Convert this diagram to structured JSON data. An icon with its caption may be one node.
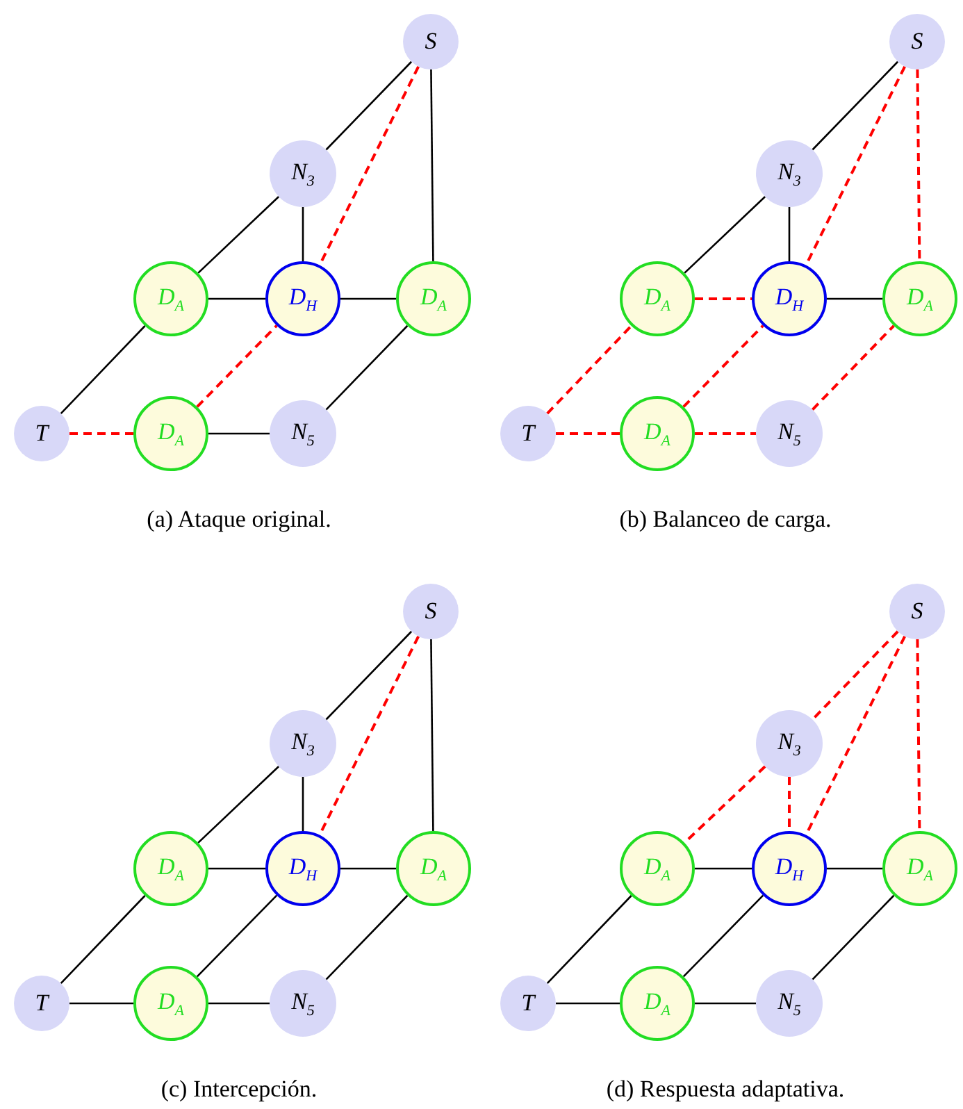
{
  "diagram": {
    "nodes": [
      {
        "text": [
          "S"
        ]
      },
      {
        "text": [
          "N$_{3}$"
        ]
      },
      {
        "text": [
          "D$_{A}$"
        ]
      },
      {
        "text": [
          "D$_{H}$"
        ]
      },
      {
        "text": [
          "D$_{A}$"
        ]
      },
      {
        "text": [
          "T"
        ]
      },
      {
        "text": [
          "D$_{A}$"
        ]
      },
      {
        "text": [
          "N$_{5}$"
        ]
      },
      {
        "text": [
          "S"
        ]
      },
      {
        "text": [
          "N$_{3}$"
        ]
      },
      {
        "text": [
          "D$_{A}$"
        ]
      },
      {
        "text": [
          "D$_{H}$"
        ]
      },
      {
        "text": [
          "D$_{A}$"
        ]
      },
      {
        "text": [
          "T"
        ]
      },
      {
        "text": [
          "D$_{A}$"
        ]
      },
      {
        "text": [
          "N$_{5}$"
        ]
      },
      {
        "text": [
          "S"
        ]
      },
      {
        "text": [
          "N$_{3}$"
        ]
      },
      {
        "text": [
          "D$_{A}$"
        ]
      },
      {
        "text": [
          "D$_{H}$"
        ]
      },
      {
        "text": [
          "D$_{A}$"
        ]
      },
      {
        "text": [
          "T"
        ]
      },
      {
        "text": [
          "D$_{A}$"
        ]
      },
      {
        "text": [
          "N$_{5}$"
        ]
      },
      {
        "text": [
          "S"
        ]
      },
      {
        "text": [
          "N$_{3}$"
        ]
      },
      {
        "text": [
          "D$_{A}$"
        ]
      },
      {
        "text": [
          "D$_{H}$"
        ]
      },
      {
        "text": [
          "D$_{A}$"
        ]
      },
      {
        "text": [
          "T"
        ]
      },
      {
        "text": [
          "D$_{A}$"
        ]
      },
      {
        "text": [
          "N$_{5}$"
        ]
      }
    ],
    "edges": [
      {
        "from": 0,
        "to": 1,
        "arrow": "none"
      },
      {
        "from": 0,
        "to": 4,
        "arrow": "none"
      },
      {
        "from": 0,
        "to": 3,
        "arrow": "none",
        "style": "dashed",
        "color": "#ff0000"
      },
      {
        "from": 1,
        "to": 3,
        "arrow": "none"
      },
      {
        "from": 1,
        "to": 2,
        "arrow": "none"
      },
      {
        "from": 2,
        "to": 3,
        "arrow": "none"
      },
      {
        "from": 3,
        "to": 4,
        "arrow": "none"
      },
      {
        "from": 5,
        "to": 2,
        "arrow": "none"
      },
      {
        "from": 5,
        "to": 6,
        "arrow": "none",
        "style": "dashed",
        "color": "#ff0000"
      },
      {
        "from": 6,
        "to": 3,
        "arrow": "none",
        "style": "dashed",
        "color": "#ff0000"
      },
      {
        "from": 6,
        "to": 7,
        "arrow": "none"
      },
      {
        "from": 7,
        "to": 4,
        "arrow": "none"
      },
      {
        "from": 8,
        "to": 9,
        "arrow": "none"
      },
      {
        "from": 8,
        "to": 11,
        "arrow": "none",
        "style": "dashed",
        "color": "#ff0000"
      },
      {
        "from": 8,
        "to": 12,
        "arrow": "none",
        "style": "dashed",
        "color": "#ff0000"
      },
      {
        "from": 9,
        "to": 11,
        "arrow": "none"
      },
      {
        "from": 9,
        "to": 10,
        "arrow": "none"
      },
      {
        "from": 10,
        "to": 11,
        "arrow": "none",
        "style": "dashed",
        "color": "#ff0000"
      },
      {
        "from": 11,
        "to": 12,
        "arrow": "none"
      },
      {
        "from": 13,
        "to": 10,
        "arrow": "none",
        "style": "dashed",
        "color": "#ff0000"
      },
      {
        "from": 13,
        "to": 14,
        "arrow": "none",
        "style": "dashed",
        "color": "#ff0000"
      },
      {
        "from": 14,
        "to": 11,
        "arrow": "none",
        "style": "dashed",
        "color": "#ff0000"
      },
      {
        "from": 14,
        "to": 15,
        "arrow": "none",
        "style": "dashed",
        "color": "#ff0000"
      },
      {
        "from": 15,
        "to": 12,
        "arrow": "none",
        "style": "dashed",
        "color": "#ff0000"
      },
      {
        "from": 16,
        "to": 17,
        "arrow": "none"
      },
      {
        "from": 16,
        "to": 20,
        "arrow": "none"
      },
      {
        "from": 16,
        "to": 19,
        "arrow": "none",
        "style": "dashed",
        "color": "#ff0000"
      },
      {
        "from": 17,
        "to": 19,
        "arrow": "none"
      },
      {
        "from": 17,
        "to": 18,
        "arrow": "none"
      },
      {
        "from": 18,
        "to": 19,
        "arrow": "none"
      },
      {
        "from": 19,
        "to": 20,
        "arrow": "none"
      },
      {
        "from": 21,
        "to": 18,
        "arrow": "none"
      },
      {
        "from": 21,
        "to": 22,
        "arrow": "none"
      },
      {
        "from": 22,
        "to": 19,
        "arrow": "none"
      },
      {
        "from": 22,
        "to": 23,
        "arrow": "none"
      },
      {
        "from": 23,
        "to": 20,
        "arrow": "none"
      },
      {
        "from": 24,
        "to": 25,
        "arrow": "none",
        "style": "dashed",
        "color": "#ff0000"
      },
      {
        "from": 24,
        "to": 27,
        "arrow": "none",
        "style": "dashed",
        "color": "#ff0000"
      },
      {
        "from": 24,
        "to": 28,
        "arrow": "none",
        "style": "dashed",
        "color": "#ff0000"
      },
      {
        "from": 25,
        "to": 27,
        "arrow": "none",
        "style": "dashed",
        "color": "#ff0000"
      },
      {
        "from": 25,
        "to": 26,
        "arrow": "none",
        "style": "dashed",
        "color": "#ff0000"
      },
      {
        "from": 26,
        "to": 27,
        "arrow": "none"
      },
      {
        "from": 27,
        "to": 28,
        "arrow": "none"
      },
      {
        "from": 29,
        "to": 26,
        "arrow": "none"
      },
      {
        "from": 29,
        "to": 30,
        "arrow": "none"
      },
      {
        "from": 30,
        "to": 27,
        "arrow": "none"
      },
      {
        "from": 30,
        "to": 31,
        "arrow": "none"
      },
      {
        "from": 31,
        "to": 28,
        "arrow": "none"
      }
    ],
    "labels": [
      "(a) Ataque original.",
      "(b) Balanceo de carga.",
      "(c) Intercepción.",
      "(d) Respuesta adaptativa."
    ]
  }
}
